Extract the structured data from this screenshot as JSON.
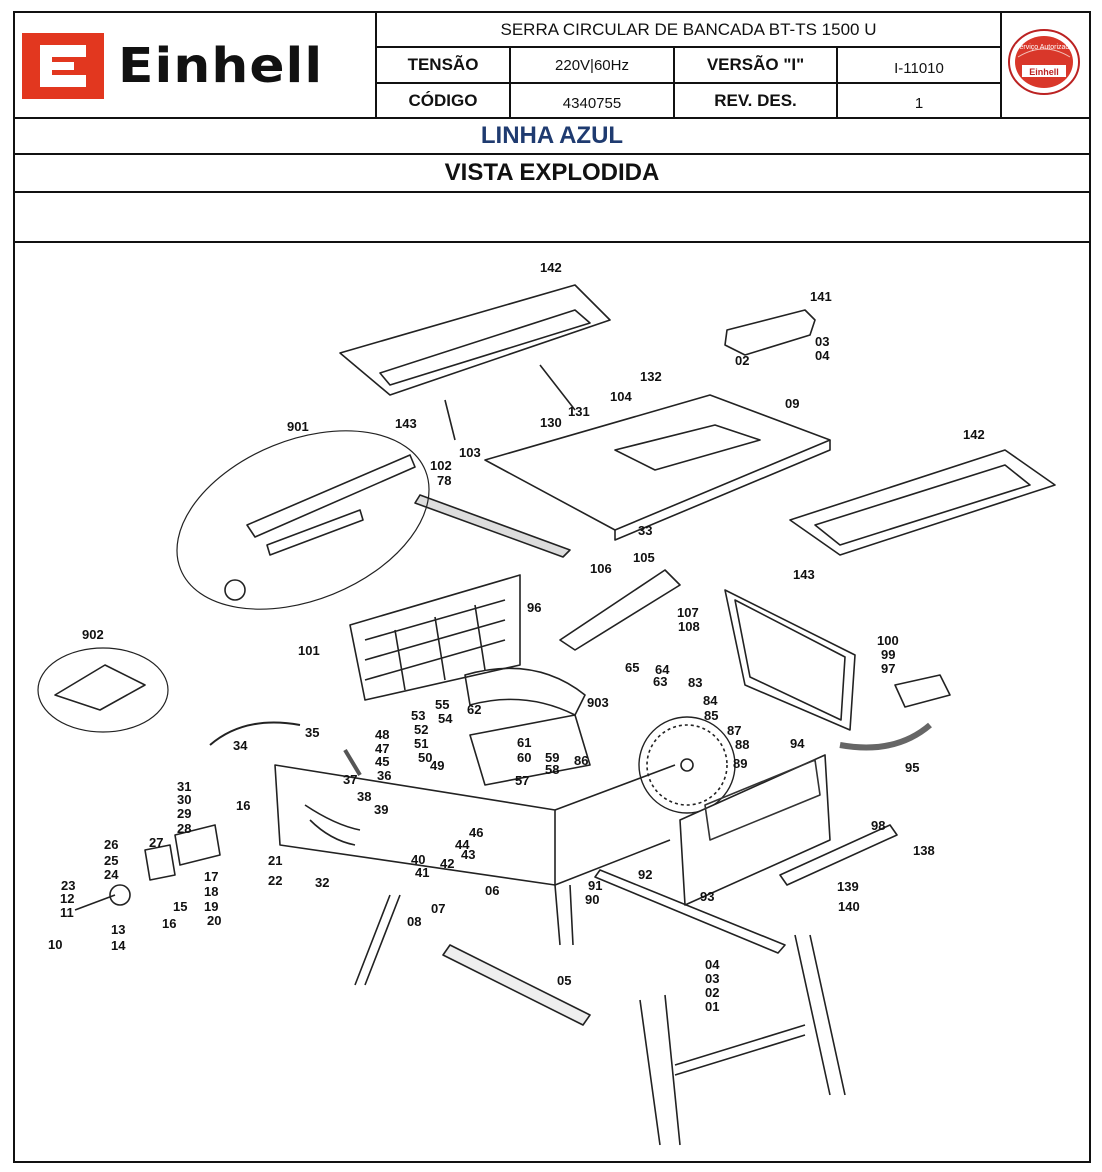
{
  "header": {
    "brand": "Einhell",
    "title": "SERRA CIRCULAR DE BANCADA BT-TS 1500 U",
    "tensao_label": "TENSÃO",
    "tensao_value": "220V|60Hz",
    "versao_label": "VERSÃO \"I\"",
    "versao_value": "I-11010",
    "codigo_label": "CÓDIGO",
    "codigo_value": "4340755",
    "revdes_label": "REV. DES.",
    "revdes_value": "1",
    "seal_text": "Serviço Autorizado",
    "seal_brand": "Einhell"
  },
  "line": "LINHA AZUL",
  "view": "VISTA EXPLODIDA",
  "colors": {
    "brand_red": "#e2371f",
    "line_blue": "#1f3b70"
  },
  "part_labels": [
    "142",
    "141",
    "03",
    "04",
    "02",
    "132",
    "104",
    "09",
    "131",
    "130",
    "143",
    "901",
    "103",
    "102",
    "78",
    "142",
    "33",
    "106",
    "105",
    "107",
    "108",
    "96",
    "143",
    "101",
    "902",
    "100",
    "99",
    "97",
    "65",
    "64",
    "63",
    "83",
    "84",
    "85",
    "903",
    "62",
    "55",
    "54",
    "53",
    "52",
    "51",
    "50",
    "49",
    "48",
    "47",
    "45",
    "36",
    "61",
    "60",
    "59",
    "58",
    "57",
    "86",
    "87",
    "88",
    "89",
    "34",
    "35",
    "37",
    "38",
    "39",
    "16",
    "31",
    "30",
    "29",
    "28",
    "27",
    "26",
    "25",
    "24",
    "23",
    "12",
    "11",
    "10",
    "13",
    "14",
    "15",
    "16",
    "17",
    "18",
    "19",
    "20",
    "21",
    "22",
    "32",
    "40",
    "41",
    "42",
    "43",
    "44",
    "46",
    "06",
    "07",
    "08",
    "91",
    "90",
    "92",
    "93",
    "94",
    "95",
    "98",
    "138",
    "139",
    "140",
    "05",
    "04",
    "03",
    "02",
    "01"
  ]
}
